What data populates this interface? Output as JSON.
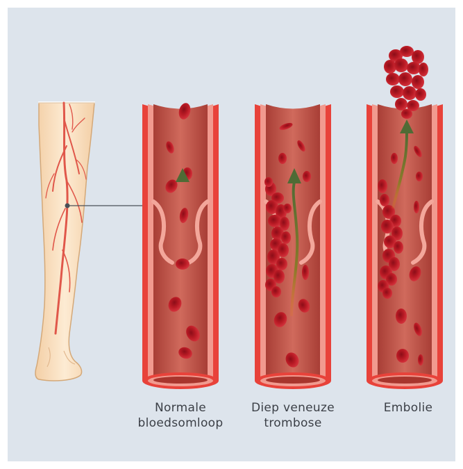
{
  "labels": {
    "normal": [
      "Normale",
      "bloedsomloop"
    ],
    "dvt": [
      "Diep veneuze",
      "trombose"
    ],
    "embolism": [
      "Embolie"
    ]
  },
  "colors": {
    "background": "#dde4ec",
    "skin": "#fbe3c6",
    "vein_wall_outer": "#e8423a",
    "vein_wall_inner": "#f19a8f",
    "vein_lumen": "#c8554a",
    "blood_cell": "#b3121f",
    "flow_arrow": "#4f6b35"
  }
}
